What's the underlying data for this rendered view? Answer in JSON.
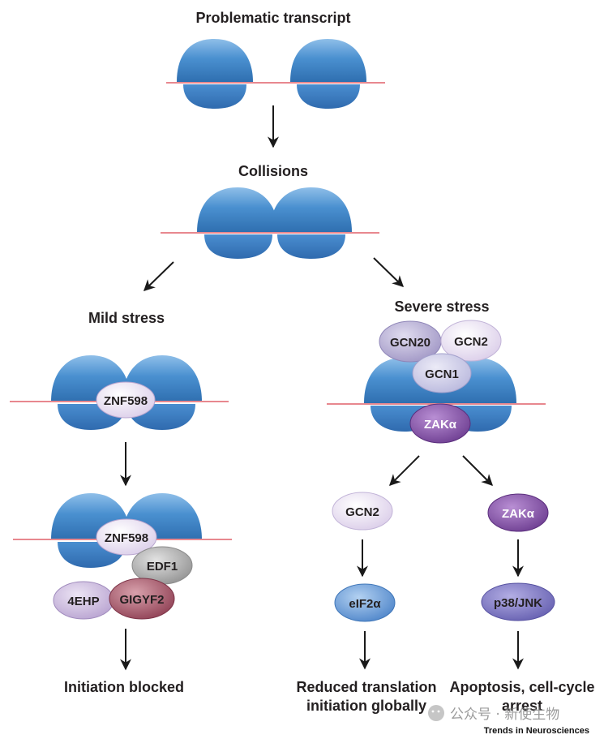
{
  "labels": {
    "problematic_transcript": "Problematic transcript",
    "collisions": "Collisions",
    "mild_stress": "Mild stress",
    "severe_stress": "Severe stress",
    "initiation_blocked": "Initiation blocked",
    "reduced_translation_line1": "Reduced translation",
    "reduced_translation_line2": "initiation globally",
    "apoptosis_line1": "Apoptosis, cell-cycle",
    "apoptosis_line2": "arrest"
  },
  "proteins": {
    "znf598": "ZNF598",
    "edf1": "EDF1",
    "4ehp": "4EHP",
    "gigyf2": "GIGYF2",
    "gcn20": "GCN20",
    "gcn2": "GCN2",
    "gcn1": "GCN1",
    "zak": "ZAKα",
    "eif2a": "eIF2α",
    "p38jnk": "p38/JNK"
  },
  "watermark": "公众号 · 新使生物",
  "credit": "Trends in Neurosciences",
  "colors": {
    "ribosome": "#4a90d0",
    "mrna": "#e8888f",
    "arrow": "#1a1a1a",
    "light_lilac": "#e6dcef",
    "lilac": "#c9b5dd",
    "purple": "#7d4d9e",
    "violet": "#7a74c0",
    "gray": "#a9a9a9",
    "mauve": "#9a4a5c",
    "blue": "#5b8ed0"
  }
}
